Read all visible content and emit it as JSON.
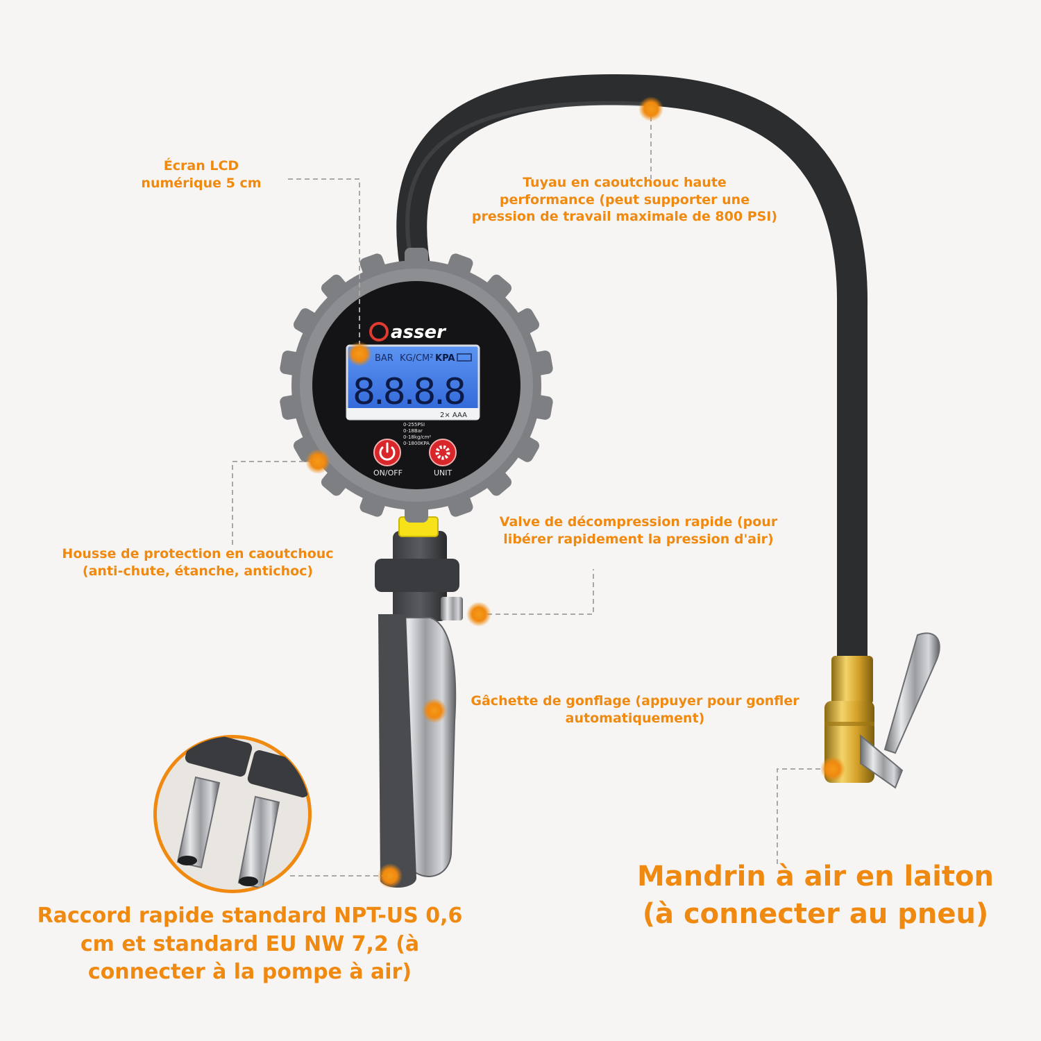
{
  "brand": "asser",
  "brand_initial": "O",
  "lcd": {
    "units": [
      "BAR",
      "KG/CM²",
      "KPA"
    ],
    "digits": "8.8.8.8",
    "battery": "2× AAA",
    "ranges": [
      "0-255PSI",
      "0-18Bar",
      "0-18kg/cm²",
      "0-1800KPA"
    ]
  },
  "buttons": {
    "power_label": "ON/OFF",
    "unit_label": "UNIT"
  },
  "callouts": {
    "lcd": [
      "Écran LCD",
      "numérique 5 cm"
    ],
    "hose": [
      "Tuyau en caoutchouc haute",
      "performance (peut supporter une",
      "pression de travail maximale de 800 PSI)"
    ],
    "cover": [
      "Housse de protection en caoutchouc",
      "(anti-chute, étanche, antichoc)"
    ],
    "valve": [
      "Valve de décompression rapide (pour",
      "libérer rapidement la pression d'air)"
    ],
    "trigger": [
      "Gâchette de gonflage (appuyer pour gonfler",
      "automatiquement)"
    ],
    "chuck": [
      "Mandrin à air en laiton",
      "(à connecter au pneu)"
    ],
    "coupler": [
      "Raccord rapide standard NPT-US 0,6",
      "cm et standard EU NW 7,2 (à",
      "connecter à la pompe à air)"
    ]
  },
  "colors": {
    "accent": "#f0890f",
    "lcd_backlight": "#3f7fe8",
    "button_red": "#d8262a",
    "hose": "#2c2d2f",
    "brass": "#d4a12a"
  }
}
